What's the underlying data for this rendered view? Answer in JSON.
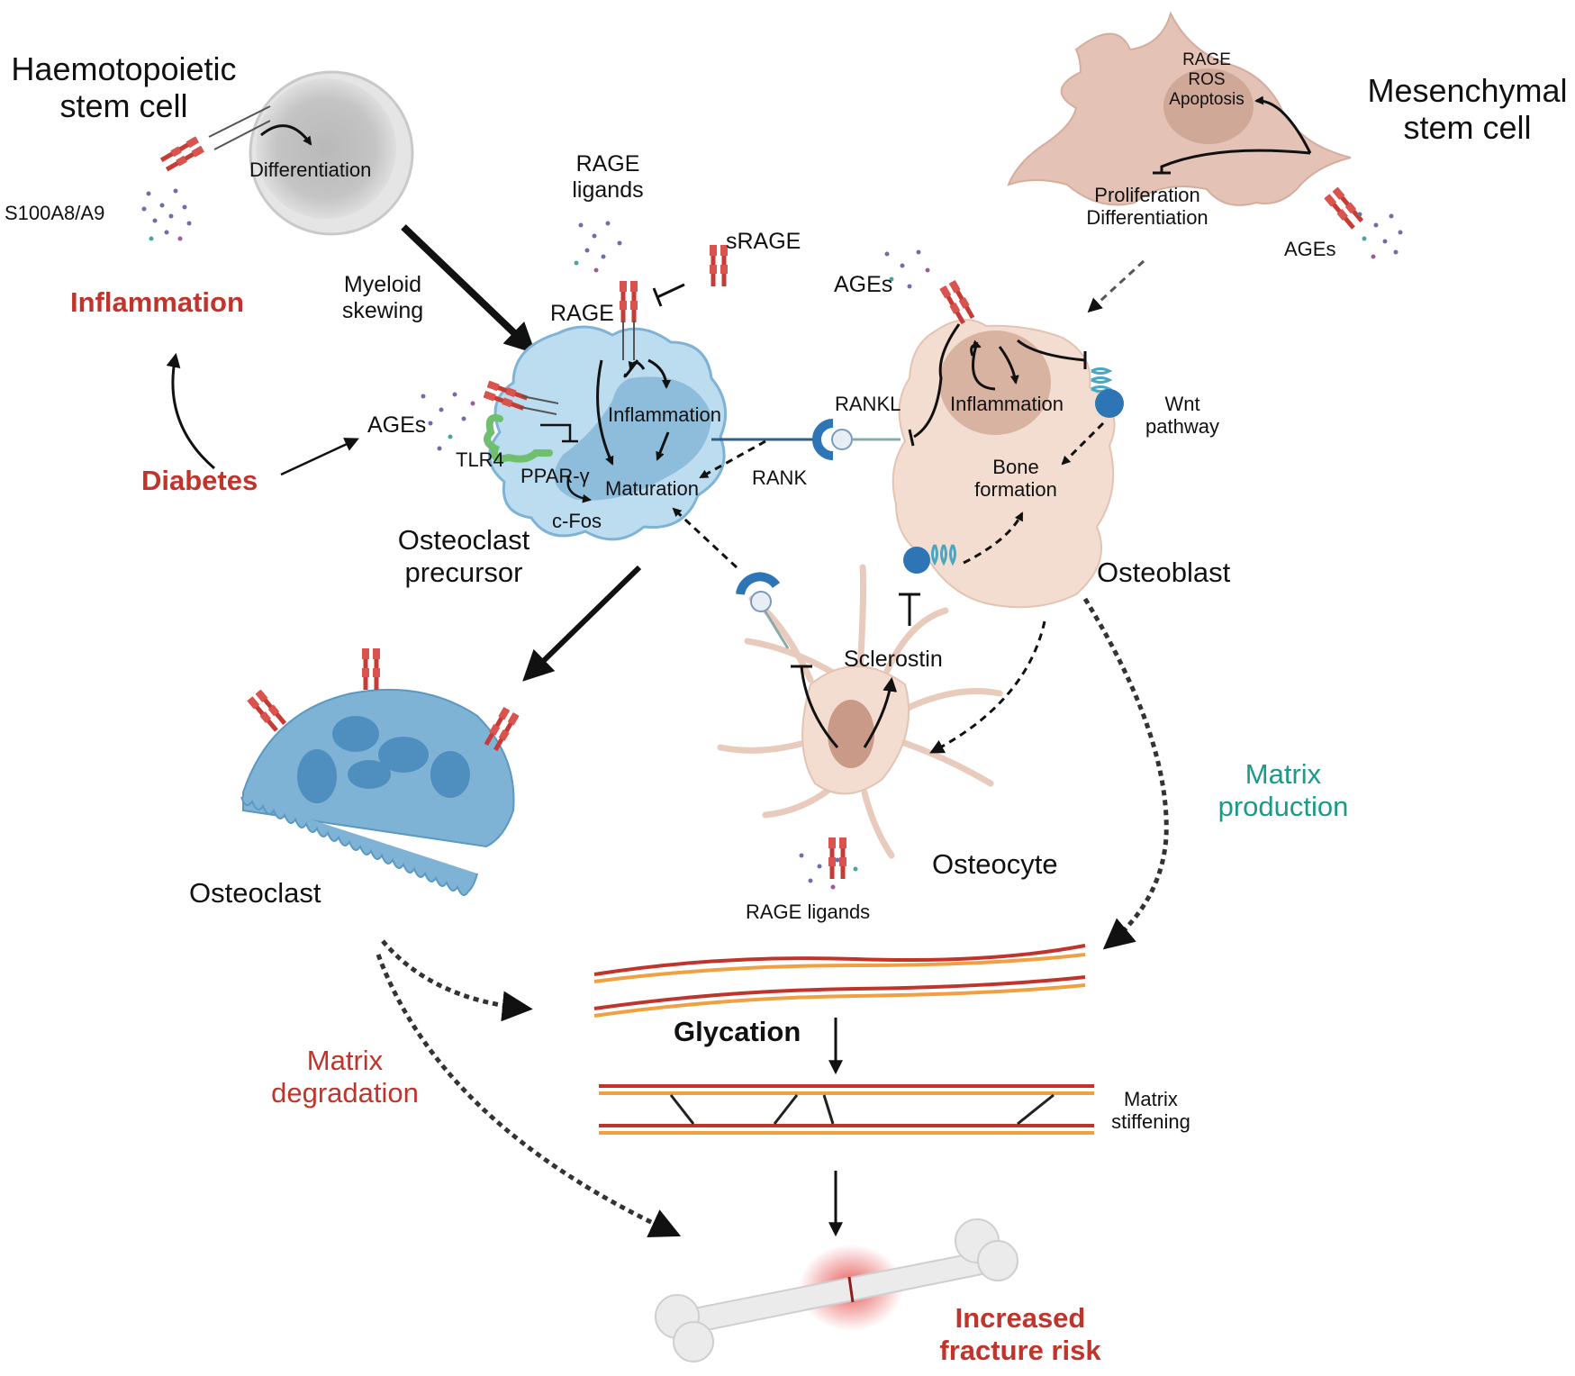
{
  "colors": {
    "accent_red": "#c0342b",
    "teal": "#1a9a8a",
    "cell_blue": "#7fb3d6",
    "cell_light_blue": "#bcdcf0",
    "bone_cell": "#f3ddd0",
    "msc": "#e4c3b6",
    "stem_grey": "#cfcfcf",
    "receptor_red": "#d9534f"
  },
  "labels": {
    "hsc_title": "Haemotopoietic\nstem cell",
    "differentiation": "Differentiation",
    "s100": "S100A8/A9",
    "inflammation_main": "Inflammation",
    "diabetes": "Diabetes",
    "myeloid_skewing": "Myeloid\nskewing",
    "ages_left": "AGEs",
    "tlr4": "TLR4",
    "rage_ligands_top": "RAGE\nligands",
    "srage": "sRAGE",
    "rage": "RAGE",
    "inflammation_oc": "Inflammation",
    "ppar": "PPAR-γ",
    "maturation": "Maturation",
    "cfos": "c-Fos",
    "oc_precursor": "Osteoclast\nprecursor",
    "rank": "RANK",
    "rankl": "RANKL",
    "ages_ob": "AGEs",
    "inflammation_ob": "Inflammation",
    "wnt": "Wnt\npathway",
    "bone_formation": "Bone\nformation",
    "osteoblast": "Osteoblast",
    "msc_inner": "RAGE\nROS\nApoptosis",
    "msc_title": "Mesenchymal\nstem cell",
    "prolif": "Proliferation\nDifferentiation",
    "ages_msc": "AGEs",
    "osteoclast": "Osteoclast",
    "sclerostin": "Sclerostin",
    "osteocyte": "Osteocyte",
    "rage_ligands_bottom": "RAGE ligands",
    "matrix_production": "Matrix\nproduction",
    "matrix_degradation": "Matrix\ndegradation",
    "glycation": "Glycation",
    "matrix_stiffening": "Matrix\nstiffening",
    "fracture": "Increased\nfracture risk"
  }
}
